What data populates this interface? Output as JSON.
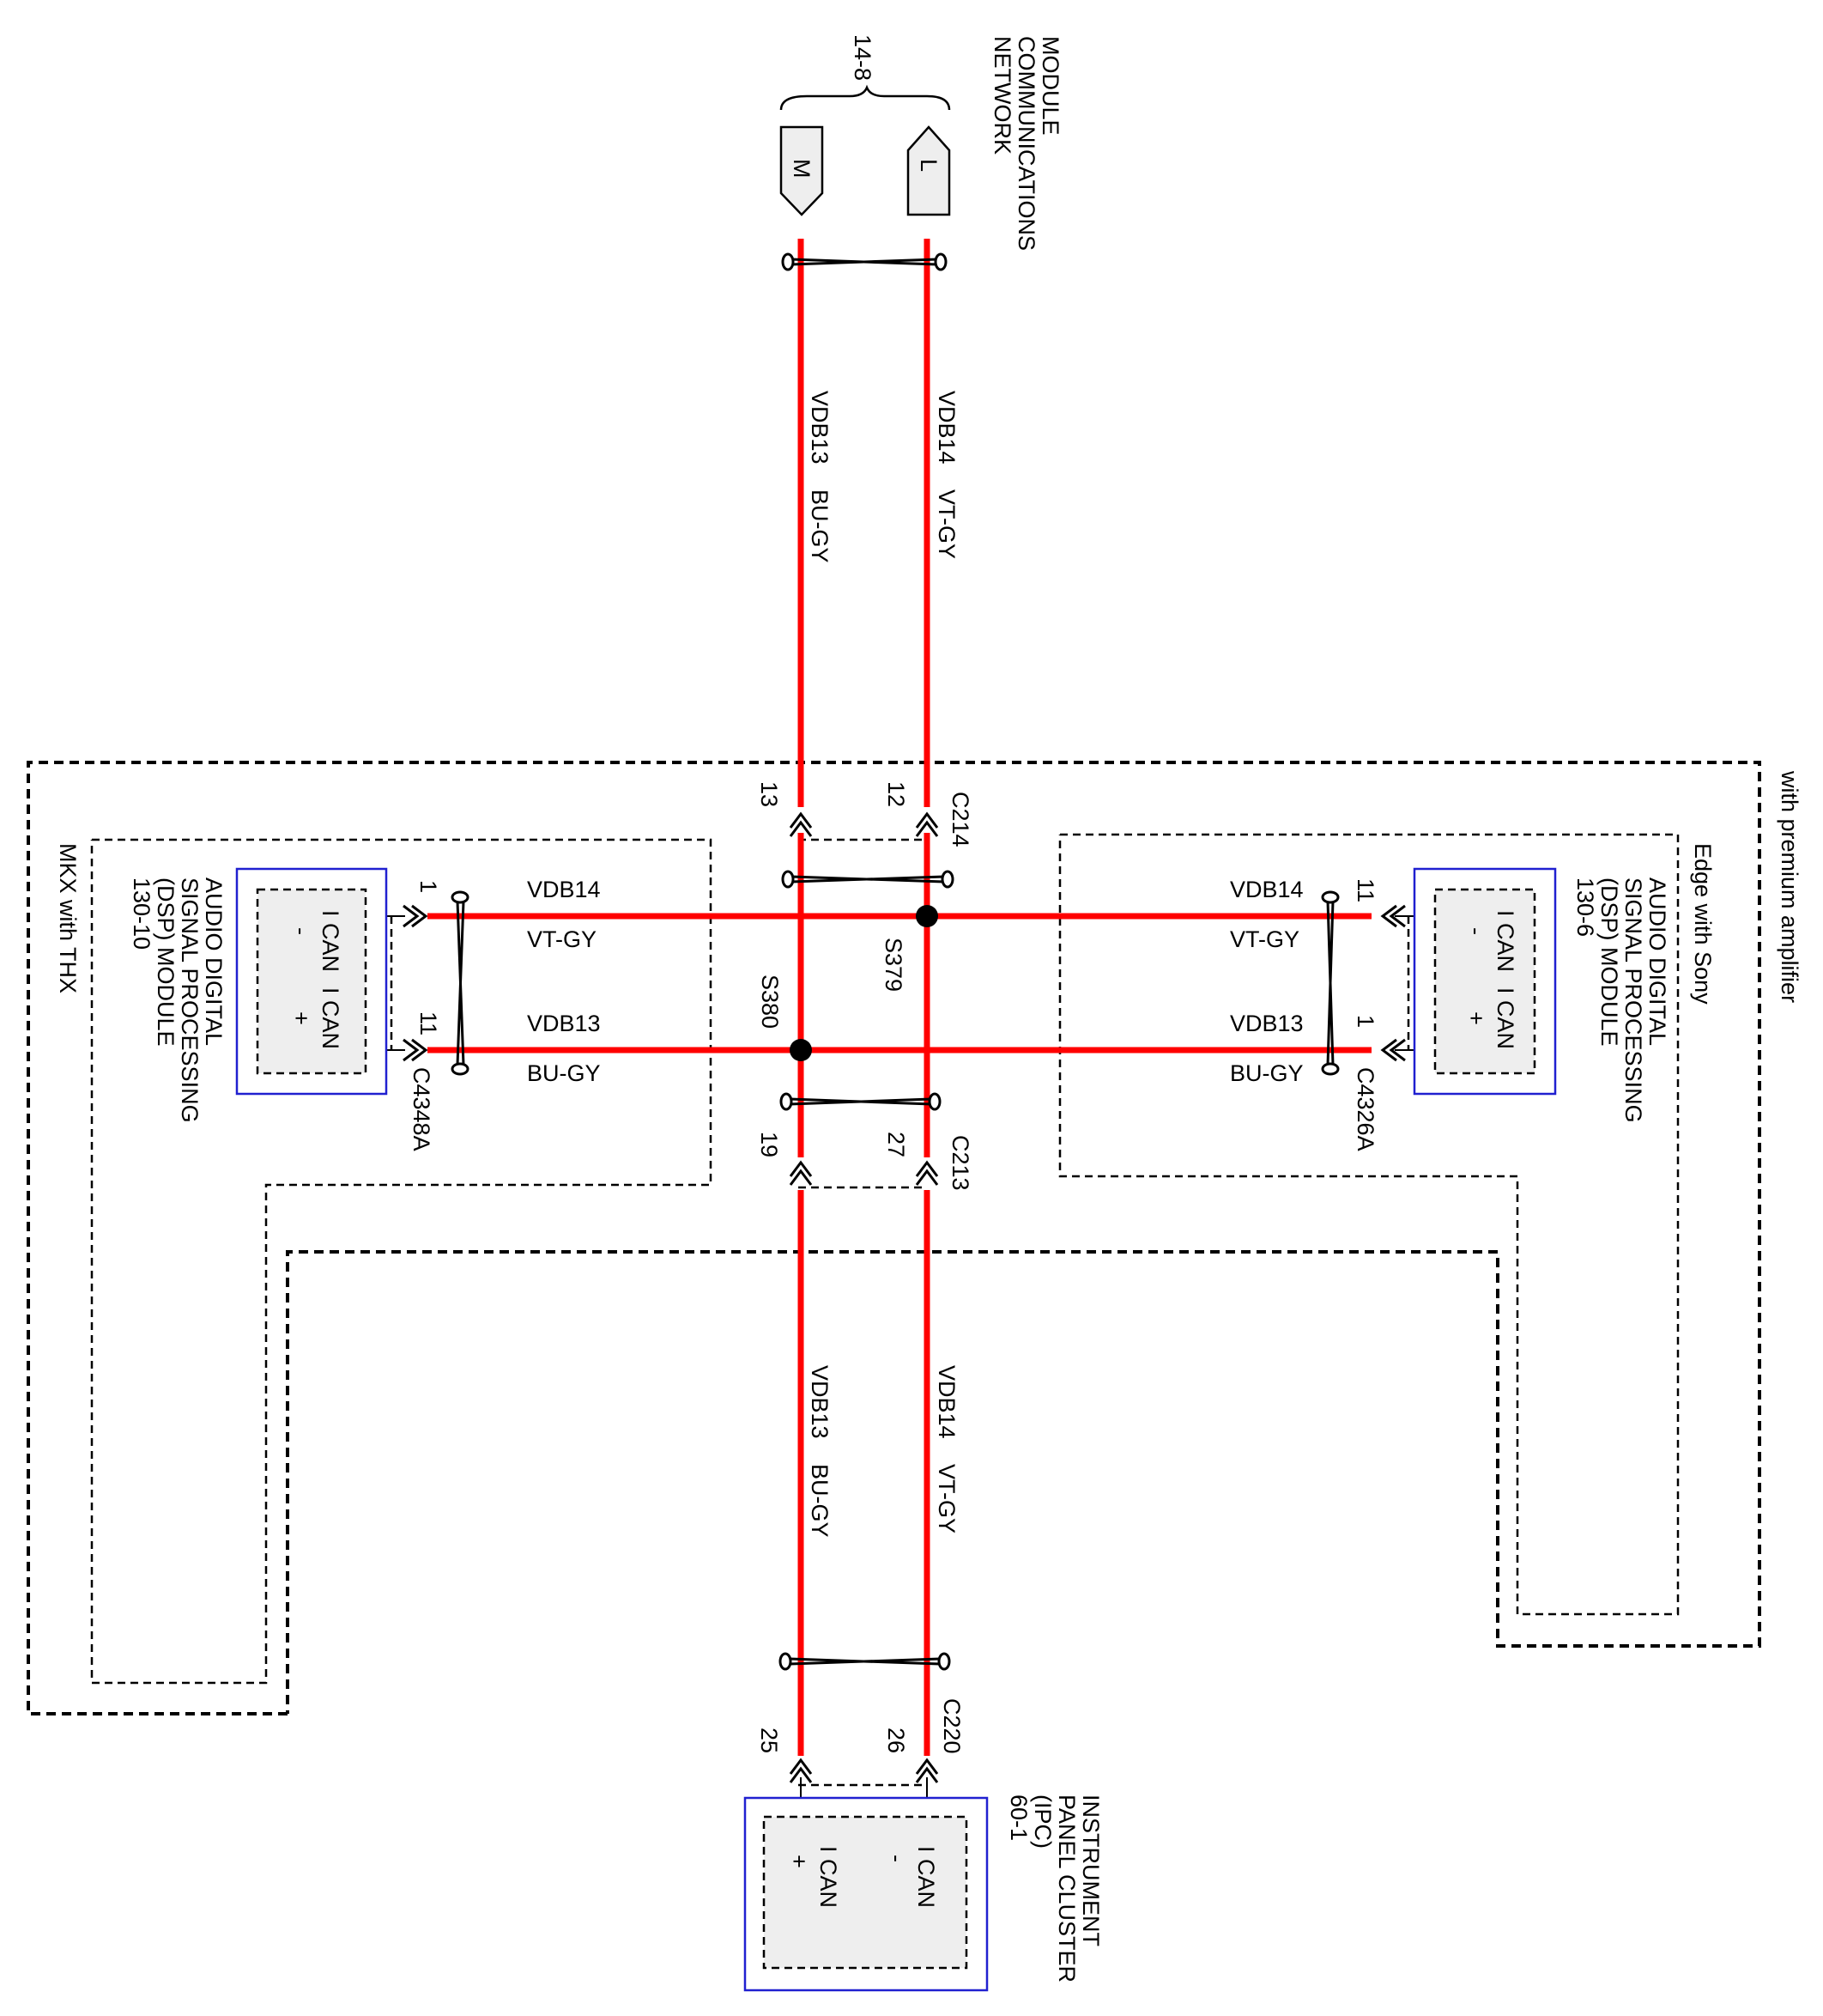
{
  "network": {
    "title_lines": [
      "MODULE",
      "COMMUNICATIONS",
      "NETWORK"
    ],
    "page_ref": "14-8",
    "connector_m": "M",
    "connector_l": "L"
  },
  "wires": {
    "vdb13": {
      "circuit": "VDB13",
      "color_code": "BU-GY"
    },
    "vdb14": {
      "circuit": "VDB14",
      "color_code": "VT-GY"
    },
    "wire_color": "#ff0000"
  },
  "connectors": {
    "c214": {
      "name": "C214",
      "pin_vdb13": "13",
      "pin_vdb14": "12"
    },
    "c213": {
      "name": "C213",
      "pin_vdb13": "19",
      "pin_vdb14": "27"
    },
    "c220": {
      "name": "C220",
      "pin_vdb13": "25",
      "pin_vdb14": "26"
    },
    "c4348a": {
      "name": "C4348A",
      "pin_vdb14": "1",
      "pin_vdb13": "11"
    },
    "c4326a": {
      "name": "C4326A",
      "pin_vdb14": "11",
      "pin_vdb13": "1"
    }
  },
  "splices": {
    "s379": "S379",
    "s380": "S380"
  },
  "options": {
    "premium": "with premium amplifier",
    "edge_sony": "Edge with Sony",
    "mkx_thx": "MKX with THX"
  },
  "modules": {
    "dsp_left": {
      "name_lines": [
        "AUDIO DIGITAL",
        "SIGNAL PROCESSING",
        "(DSP) MODULE"
      ],
      "ref": "130-10",
      "pin_minus": "I CAN",
      "pin_minus_sign": "-",
      "pin_plus": "I CAN",
      "pin_plus_sign": "+"
    },
    "dsp_right": {
      "name_lines": [
        "AUDIO DIGITAL",
        "SIGNAL PROCESSING",
        "(DSP) MODULE"
      ],
      "ref": "130-6",
      "pin_minus": "I CAN",
      "pin_minus_sign": "-",
      "pin_plus": "I CAN",
      "pin_plus_sign": "+"
    },
    "ipc": {
      "name_lines": [
        "INSTRUMENT",
        "PANEL CLUSTER",
        "(IPC)"
      ],
      "ref": "60-1",
      "pin_minus": "I CAN",
      "pin_minus_sign": "-",
      "pin_plus": "I CAN",
      "pin_plus_sign": "+"
    }
  },
  "colors": {
    "module_border": "#2020d0",
    "module_fill": "#eeeeee"
  }
}
